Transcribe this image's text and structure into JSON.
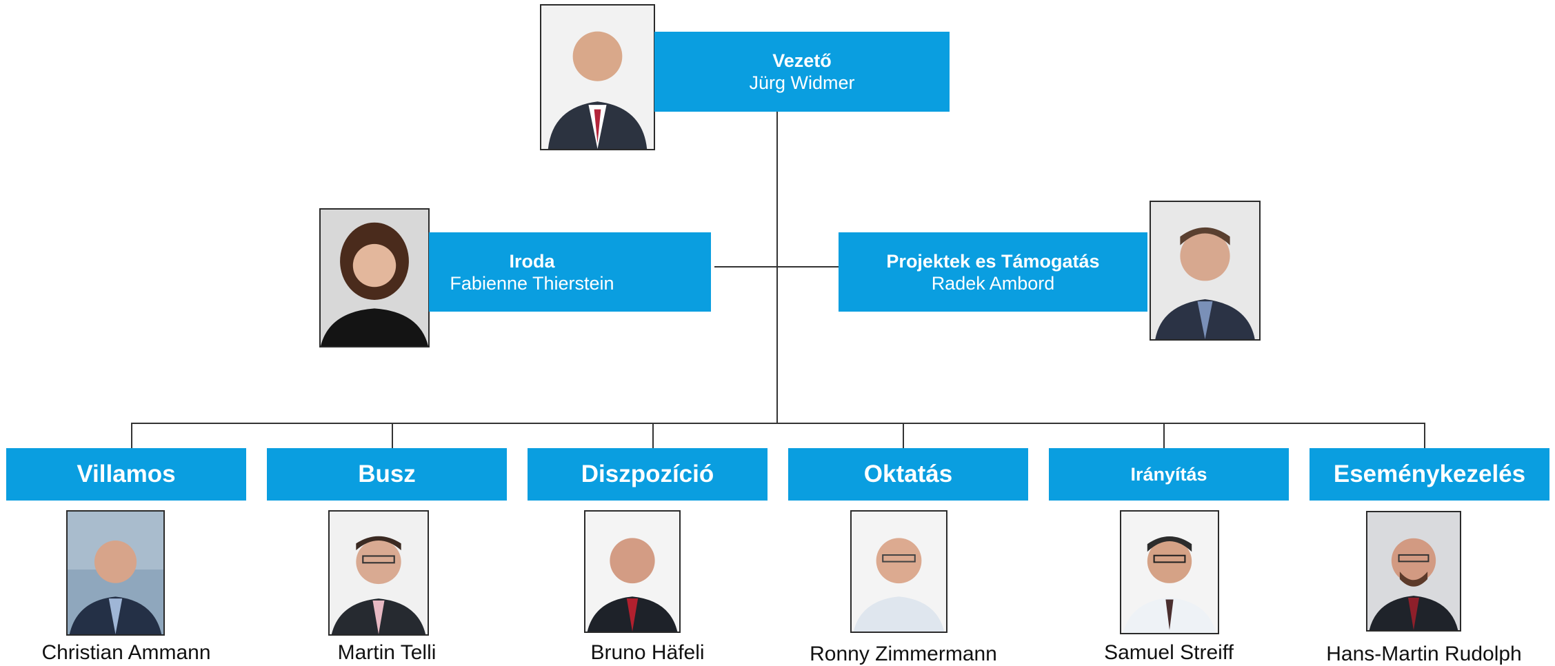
{
  "colors": {
    "box": "#0a9ee0",
    "line": "#333333",
    "text": "#111111"
  },
  "head": {
    "title": "Vezető",
    "person": "Jürg Widmer"
  },
  "left": {
    "title": "Iroda",
    "person": "Fabienne Thierstein"
  },
  "right": {
    "title": "Projektek es Támogatás",
    "person": "Radek Ambord"
  },
  "departments": [
    {
      "title": "Villamos",
      "person": "Christian Ammann"
    },
    {
      "title": "Busz",
      "person": "Martin Telli"
    },
    {
      "title": "Diszpozíció",
      "person": "Bruno Häfeli"
    },
    {
      "title": "Oktatás",
      "person": "Ronny Zimmermann"
    },
    {
      "title": "Irányítás",
      "person": "Samuel Streiff"
    },
    {
      "title": "Eseménykezelés",
      "person": "Hans-Martin Rudolph"
    }
  ]
}
